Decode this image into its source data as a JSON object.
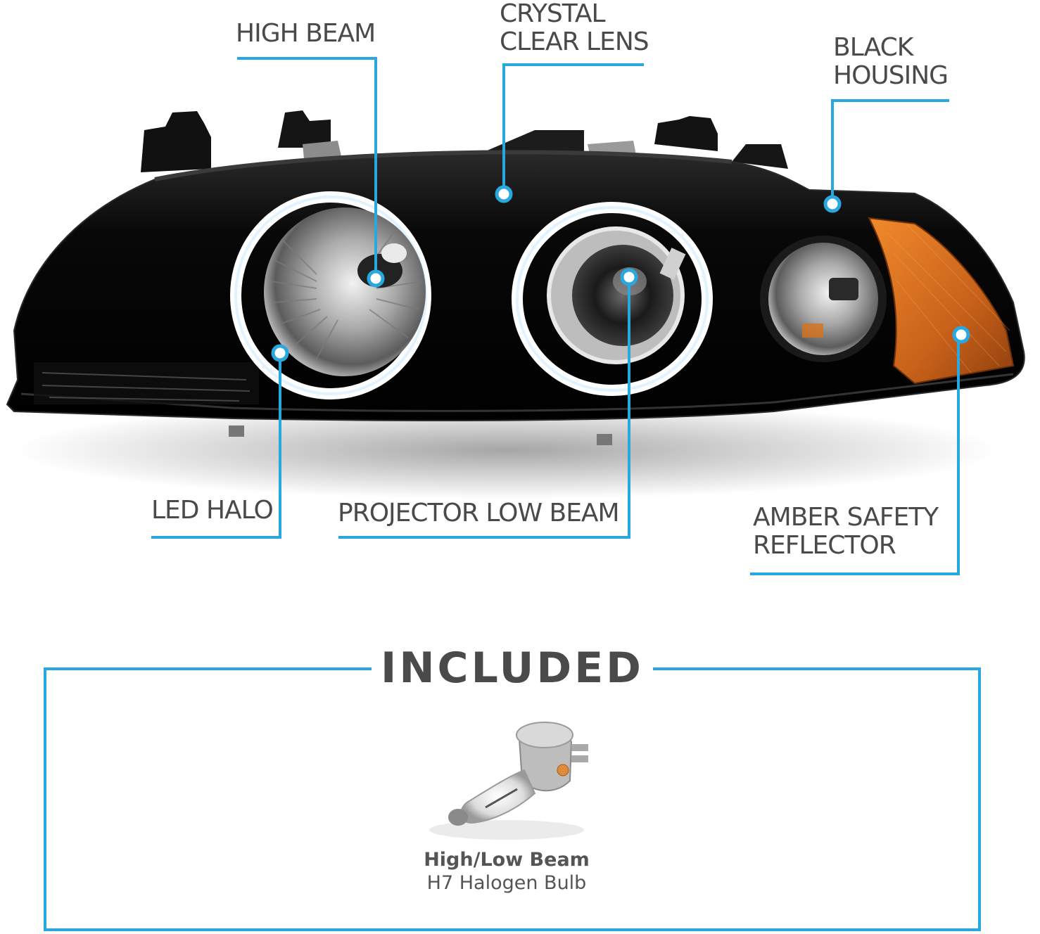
{
  "callouts": {
    "high_beam": "HIGH BEAM",
    "crystal_clear_lens": "CRYSTAL\nCLEAR LENS",
    "black_housing": "BLACK\nHOUSING",
    "led_halo": "LED HALO",
    "projector_low_beam": "PROJECTOR LOW BEAM",
    "amber_safety_reflector": "AMBER SAFETY\nREFLECTOR"
  },
  "included": {
    "title": "INCLUDED",
    "item_name": "High/Low Beam",
    "item_detail": "H7 Halogen Bulb"
  },
  "colors": {
    "accent": "#29a8e0",
    "text": "#4a4a4a",
    "housing": "#0b0b0b",
    "amber": "#d8731c"
  }
}
